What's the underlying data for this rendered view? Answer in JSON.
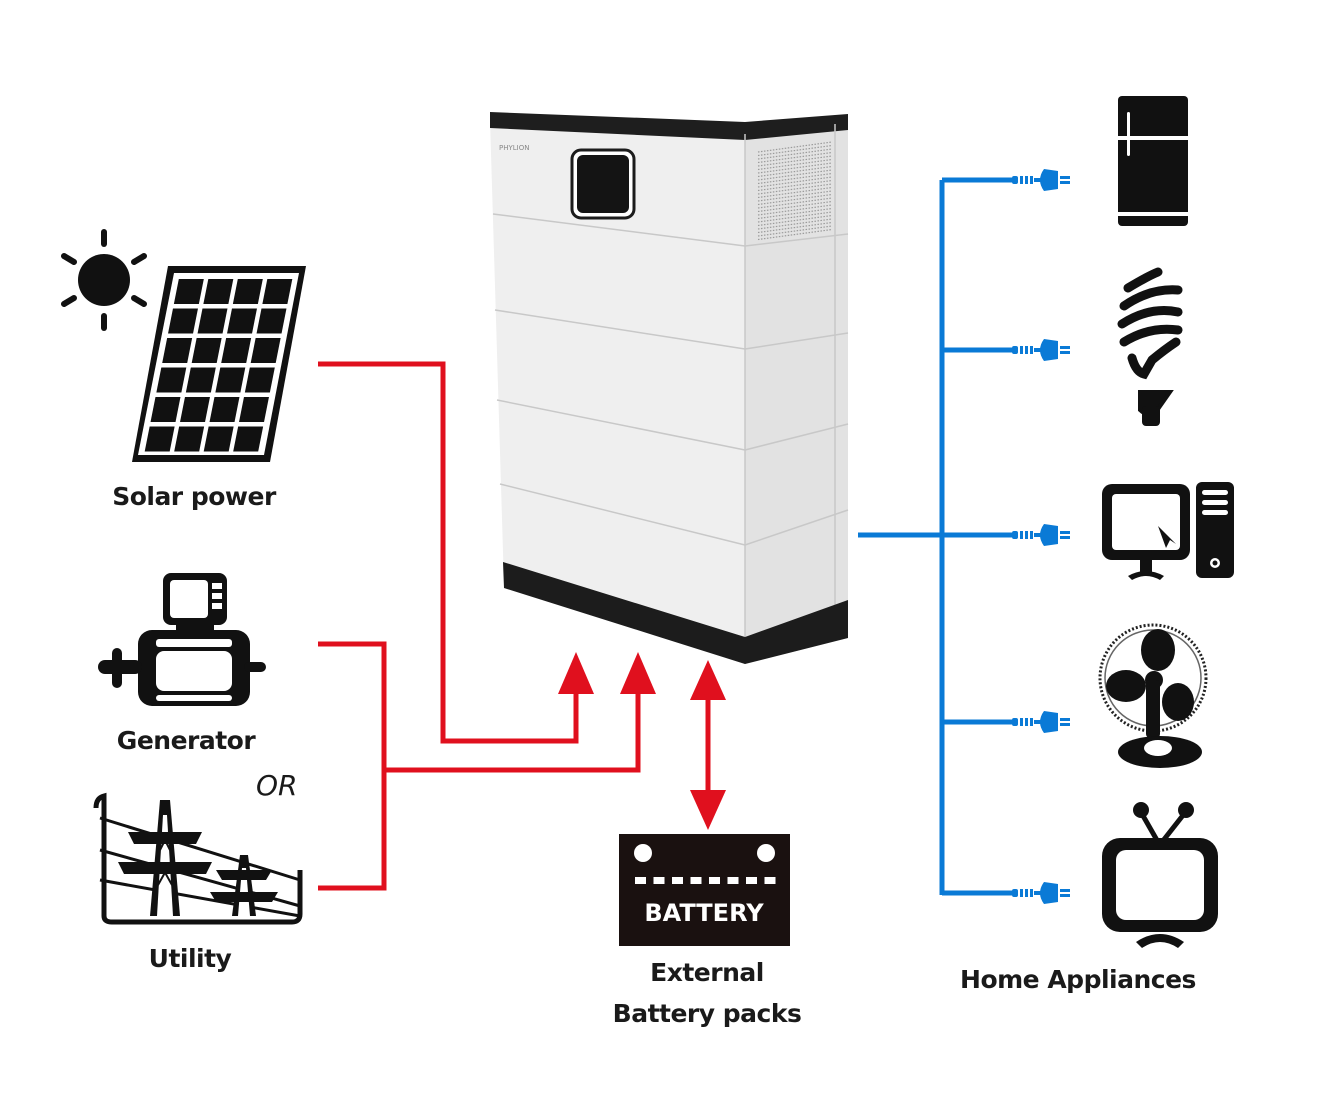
{
  "diagram": {
    "title": "Home energy storage system connection diagram",
    "colors": {
      "input_line": "#e0101e",
      "output_line": "#0a7ad6",
      "icon": "#111111",
      "cabinet_body": "#efefef",
      "cabinet_trim": "#1c1c1c"
    },
    "sources": [
      {
        "id": "solar",
        "label": "Solar power",
        "icon": "solar-panel-icon"
      },
      {
        "id": "generator",
        "label": "Generator",
        "icon": "generator-icon"
      },
      {
        "id": "utility",
        "label": "Utility",
        "icon": "power-tower-icon"
      }
    ],
    "or_label": "OR",
    "central_unit": {
      "brand": "PHYLION",
      "modules": 4,
      "icon": "battery-cabinet-icon"
    },
    "storage": {
      "badge": "BATTERY",
      "label_line1": "External",
      "label_line2": "Battery packs",
      "icon": "car-battery-icon"
    },
    "loads": {
      "label": "Home Appliances",
      "items": [
        {
          "id": "fridge",
          "icon": "refrigerator-icon"
        },
        {
          "id": "bulb",
          "icon": "light-bulb-icon"
        },
        {
          "id": "computer",
          "icon": "desktop-computer-icon"
        },
        {
          "id": "fan",
          "icon": "fan-icon"
        },
        {
          "id": "tv",
          "icon": "television-icon"
        }
      ]
    },
    "flows": [
      {
        "from": "solar",
        "to": "central_unit",
        "direction": "one-way"
      },
      {
        "from": "generator_or_utility",
        "to": "central_unit",
        "direction": "one-way"
      },
      {
        "from": "central_unit",
        "to": "storage",
        "direction": "two-way"
      },
      {
        "from": "central_unit",
        "to": "loads",
        "direction": "one-way"
      }
    ]
  }
}
